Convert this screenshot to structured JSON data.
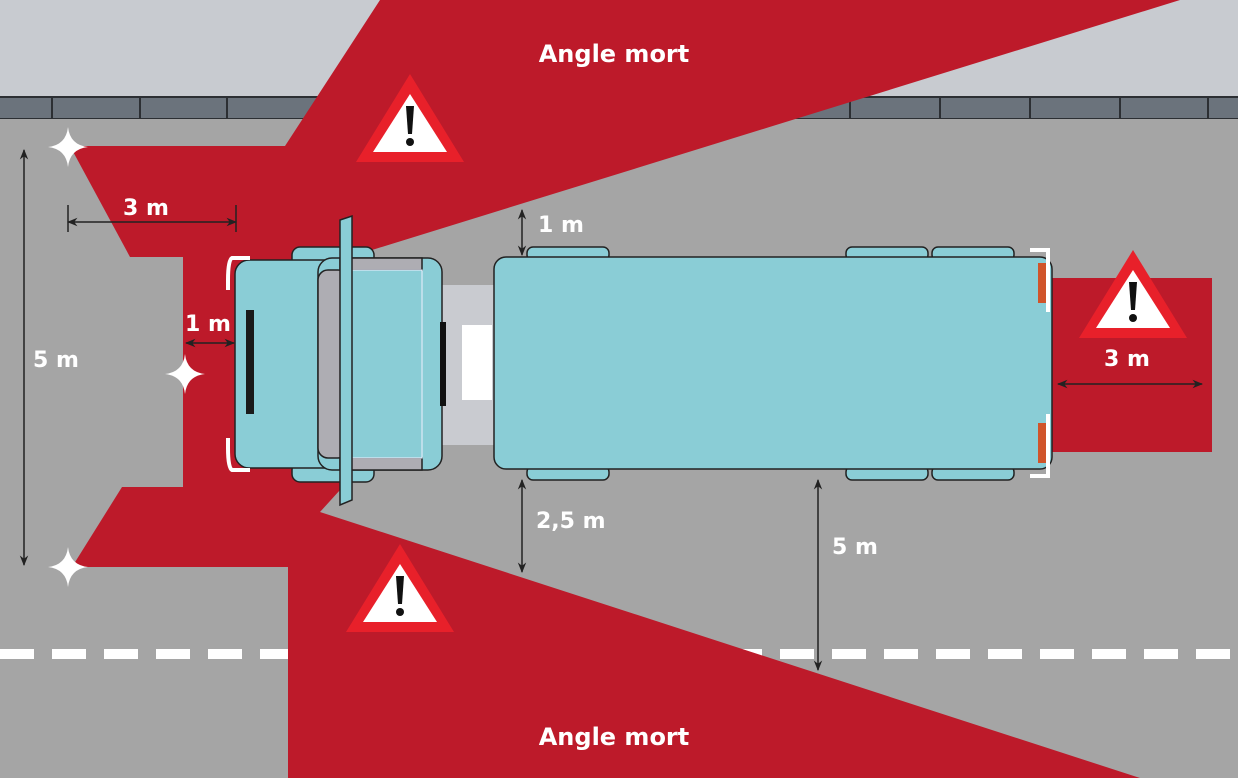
{
  "title_top": "Angle mort",
  "title_bottom": "Angle mort",
  "measures": {
    "front_depth": "3 m",
    "front_gap": "1 m",
    "front_width": "5 m",
    "side_top": "1 m",
    "rear_depth": "3 m",
    "side_near": "2,5 m",
    "side_far": "5 m"
  },
  "colors": {
    "blind_spot": "#bd1a2a",
    "road": "#a5a5a5",
    "truck": "#8acdd6",
    "warning": "#e8202a"
  },
  "icons": [
    "warning-triangle-icon",
    "sparkle-icon"
  ]
}
